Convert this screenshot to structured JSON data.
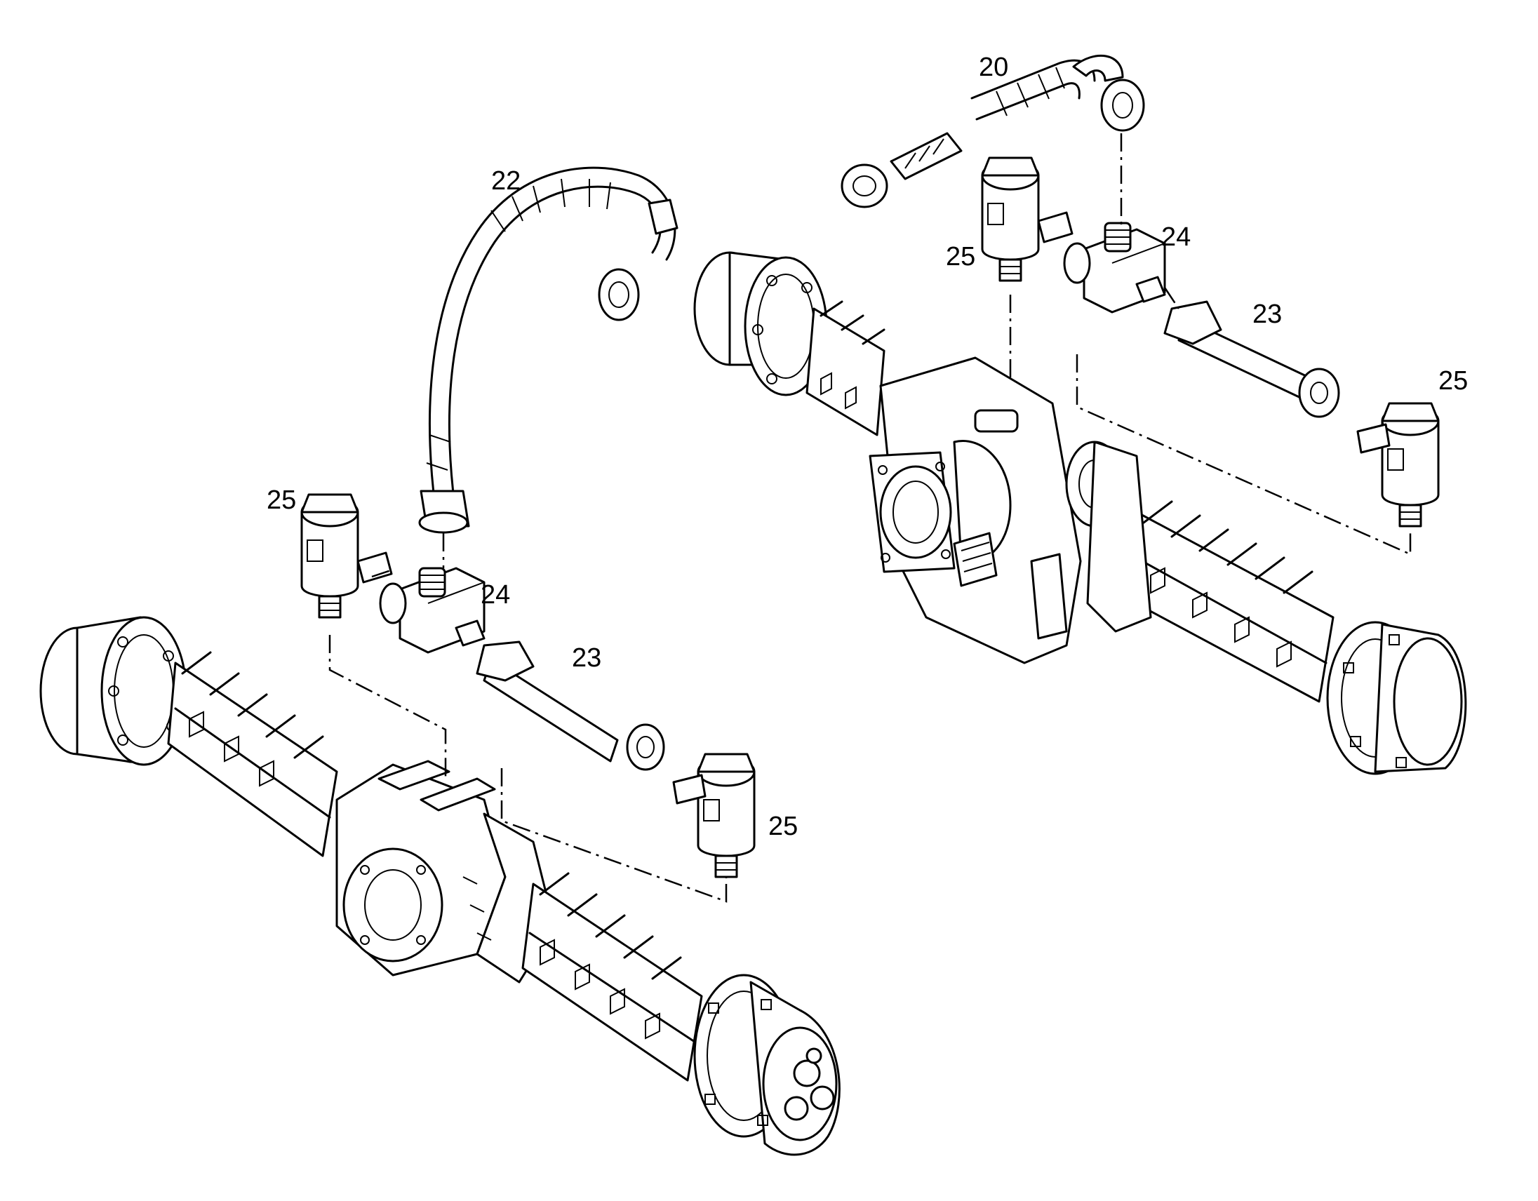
{
  "callouts": {
    "c20": "20",
    "c22": "22",
    "c23_left": "23",
    "c23_right": "23",
    "c24_left": "24",
    "c24_right": "24",
    "c25_left_top": "25",
    "c25_left_bottom": "25",
    "c25_right_top": "25",
    "c25_right_side": "25"
  }
}
